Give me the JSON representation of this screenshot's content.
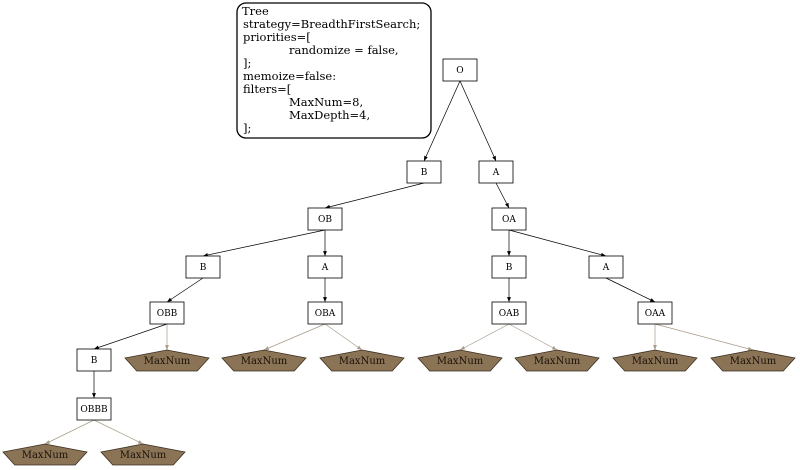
{
  "note": {
    "lines": [
      "Tree",
      " strategy=BreadthFirstSearch;",
      " priorities=[",
      "randomize = false,",
      " ];",
      " memoize=false:",
      " filters=[",
      "MaxNum=8,",
      "MaxDepth=4,",
      " ];"
    ]
  },
  "nodes": [
    {
      "id": "n_O",
      "label": "O",
      "shape": "box"
    },
    {
      "id": "n_B1",
      "label": "B",
      "shape": "box"
    },
    {
      "id": "n_A1",
      "label": "A",
      "shape": "box"
    },
    {
      "id": "n_OB",
      "label": "OB",
      "shape": "box"
    },
    {
      "id": "n_OA",
      "label": "OA",
      "shape": "box"
    },
    {
      "id": "n_B2",
      "label": "B",
      "shape": "box"
    },
    {
      "id": "n_A2",
      "label": "A",
      "shape": "box"
    },
    {
      "id": "n_B3",
      "label": "B",
      "shape": "box"
    },
    {
      "id": "n_A3",
      "label": "A",
      "shape": "box"
    },
    {
      "id": "n_OBB",
      "label": "OBB",
      "shape": "box"
    },
    {
      "id": "n_OBA",
      "label": "OBA",
      "shape": "box"
    },
    {
      "id": "n_OAB",
      "label": "OAB",
      "shape": "box"
    },
    {
      "id": "n_OAA",
      "label": "OAA",
      "shape": "box"
    },
    {
      "id": "n_B4",
      "label": "B",
      "shape": "box"
    },
    {
      "id": "n_OBBB",
      "label": "OBBB",
      "shape": "box"
    },
    {
      "id": "m1",
      "label": "MaxNum",
      "shape": "pentagon"
    },
    {
      "id": "m2",
      "label": "MaxNum",
      "shape": "pentagon"
    },
    {
      "id": "m3",
      "label": "MaxNum",
      "shape": "pentagon"
    },
    {
      "id": "m4",
      "label": "MaxNum",
      "shape": "pentagon"
    },
    {
      "id": "m5",
      "label": "MaxNum",
      "shape": "pentagon"
    },
    {
      "id": "m6",
      "label": "MaxNum",
      "shape": "pentagon"
    },
    {
      "id": "m7",
      "label": "MaxNum",
      "shape": "pentagon"
    },
    {
      "id": "m8",
      "label": "MaxNum",
      "shape": "pentagon"
    },
    {
      "id": "m9",
      "label": "MaxNum",
      "shape": "pentagon"
    }
  ],
  "edges": [
    {
      "from": "n_O",
      "to": "n_B1",
      "style": "dark"
    },
    {
      "from": "n_O",
      "to": "n_A1",
      "style": "dark"
    },
    {
      "from": "n_B1",
      "to": "n_OB",
      "style": "dark"
    },
    {
      "from": "n_A1",
      "to": "n_OA",
      "style": "dark"
    },
    {
      "from": "n_OB",
      "to": "n_B2",
      "style": "dark"
    },
    {
      "from": "n_OB",
      "to": "n_A2",
      "style": "dark"
    },
    {
      "from": "n_OA",
      "to": "n_B3",
      "style": "dark"
    },
    {
      "from": "n_OA",
      "to": "n_A3",
      "style": "dark"
    },
    {
      "from": "n_B2",
      "to": "n_OBB",
      "style": "dark"
    },
    {
      "from": "n_A2",
      "to": "n_OBA",
      "style": "dark"
    },
    {
      "from": "n_B3",
      "to": "n_OAB",
      "style": "dark"
    },
    {
      "from": "n_A3",
      "to": "n_OAA",
      "style": "dark"
    },
    {
      "from": "n_OBB",
      "to": "n_B4",
      "style": "dark"
    },
    {
      "from": "n_OBB",
      "to": "m1",
      "style": "light"
    },
    {
      "from": "n_OBA",
      "to": "m2",
      "style": "light"
    },
    {
      "from": "n_OBA",
      "to": "m3",
      "style": "light"
    },
    {
      "from": "n_OAB",
      "to": "m4",
      "style": "light"
    },
    {
      "from": "n_OAB",
      "to": "m5",
      "style": "light"
    },
    {
      "from": "n_OAA",
      "to": "m6",
      "style": "light"
    },
    {
      "from": "n_OAA",
      "to": "m7",
      "style": "light"
    },
    {
      "from": "n_B4",
      "to": "n_OBBB",
      "style": "dark"
    },
    {
      "from": "n_OBBB",
      "to": "m8",
      "style": "light"
    },
    {
      "from": "n_OBBB",
      "to": "m9",
      "style": "light"
    }
  ],
  "colors": {
    "filter_node_fill": "#8b7355",
    "filter_edge": "#a89a88",
    "tree_edge": "#000000"
  }
}
